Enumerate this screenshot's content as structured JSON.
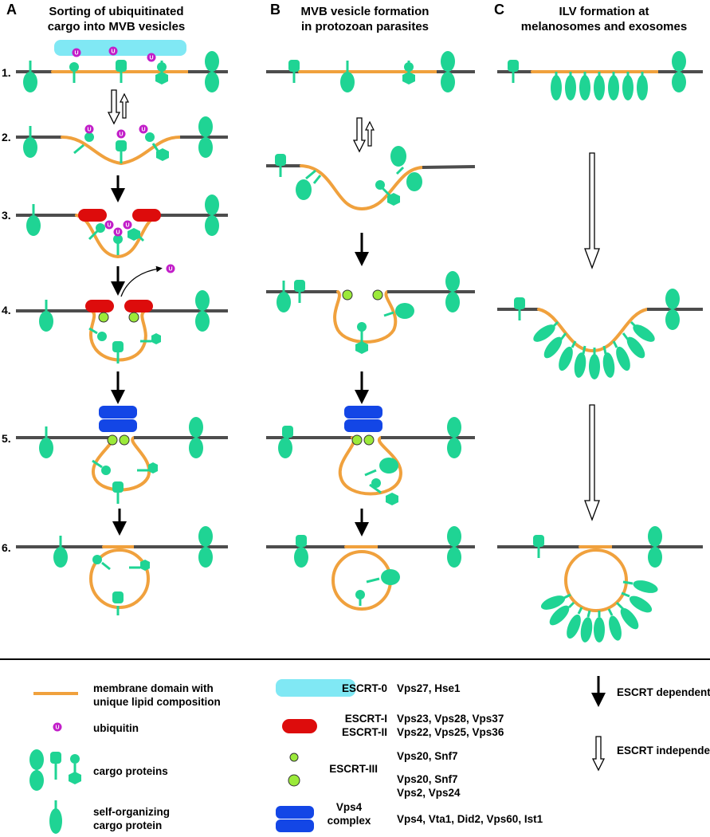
{
  "panels": [
    {
      "letter": "A",
      "title_line1": "Sorting of ubiquitinated",
      "title_line2": "cargo into MVB vesicles"
    },
    {
      "letter": "B",
      "title_line1": "MVB vesicle formation",
      "title_line2": "in protozoan parasites"
    },
    {
      "letter": "C",
      "title_line1": "ILV formation at",
      "title_line2": "melanosomes and exosomes"
    }
  ],
  "steps": [
    "1.",
    "2.",
    "3.",
    "4.",
    "5.",
    "6."
  ],
  "ubiquitin_letter": "U",
  "legend": {
    "membrane_line1": "membrane domain with",
    "membrane_line2": "unique lipid composition",
    "ubiquitin": "ubiquitin",
    "cargo": "cargo proteins",
    "self_org_line1": "self-organizing",
    "self_org_line2": "cargo protein",
    "escrt0_name": "ESCRT-0",
    "escrt0_proteins": "Vps27, Hse1",
    "escrt1_name": "ESCRT-I",
    "escrt1_proteins": "Vps23, Vps28, Vps37",
    "escrt2_name": "ESCRT-II",
    "escrt2_proteins": "Vps22, Vps25, Vps36",
    "escrt3_name": "ESCRT-III",
    "escrt3_proteins_a": "Vps20, Snf7",
    "escrt3_proteins_b1": "Vps20, Snf7",
    "escrt3_proteins_b2": "Vps2, Vps24",
    "vps4_line1": "Vps4",
    "vps4_line2": "complex",
    "vps4_proteins": "Vps4, Vta1, Did2, Vps60, Ist1",
    "dependent": "ESCRT dependent",
    "independent": "ESCRT independent"
  },
  "colors": {
    "membrane": "#4d4d4d",
    "lipid_domain": "#f0a13d",
    "cargo": "#1fd494",
    "ubiquitin": "#c21ec9",
    "escrt0": "#80e8f4",
    "escrt1_2": "#dd0c0c",
    "escrt3": "#9bea3a",
    "vps4": "#1346e6"
  }
}
